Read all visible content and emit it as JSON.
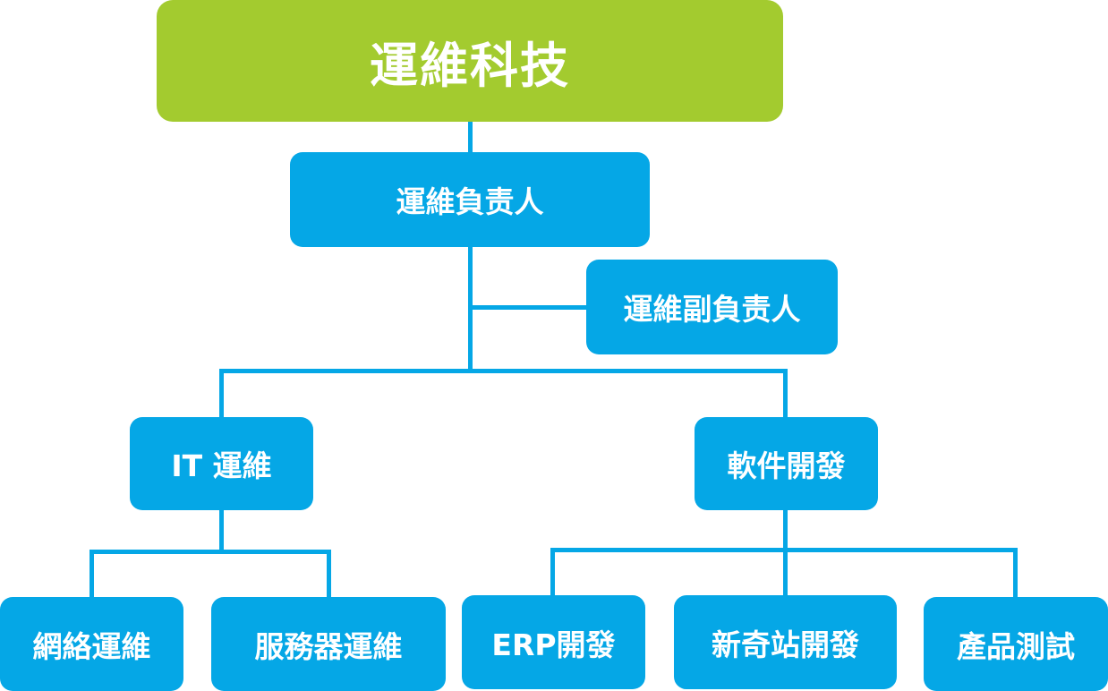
{
  "colors": {
    "root_fill": "#a3cb2f",
    "node_fill": "#05a7e6",
    "connector": "#05a7e6",
    "text": "#ffffff"
  },
  "org_chart": {
    "root": "運維科技",
    "head": "運維負责人",
    "deputy": "運維副負责人",
    "departments": [
      {
        "label": "IT 運維",
        "teams": [
          "網絡運維",
          "服務器運維"
        ]
      },
      {
        "label": "軟件開發",
        "teams": [
          "ERP開發",
          "新奇站開發",
          "產品測試"
        ]
      }
    ]
  }
}
